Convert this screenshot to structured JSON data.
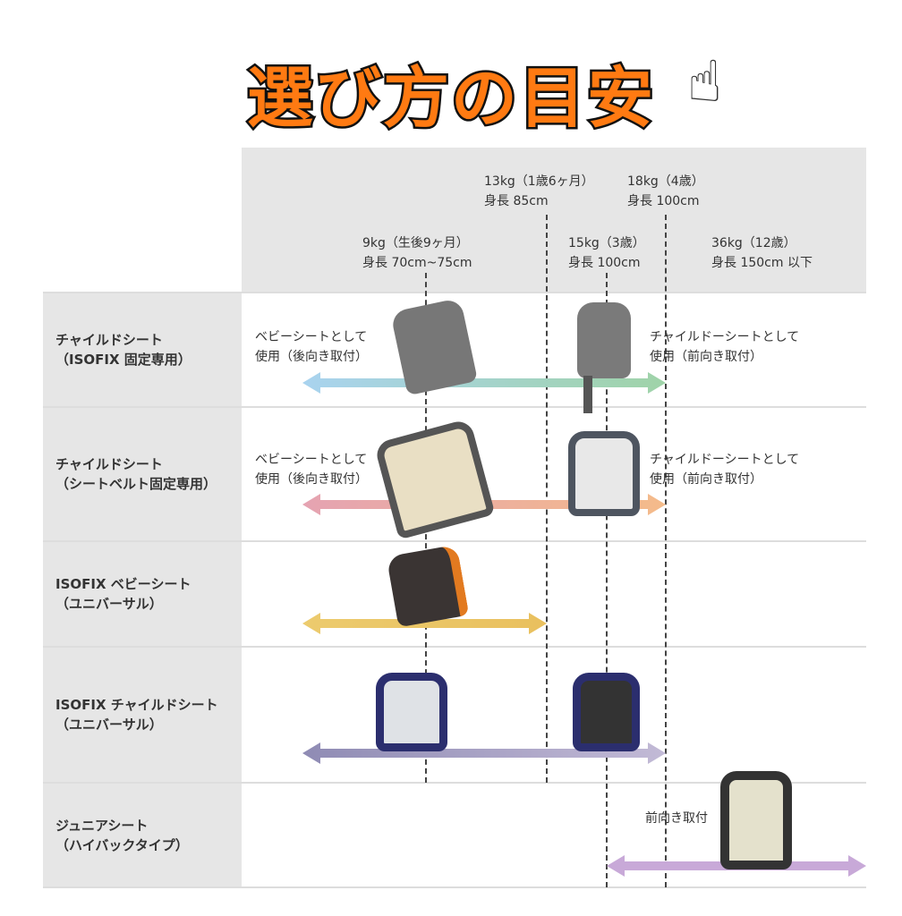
{
  "title": "選び方の目安",
  "header": {
    "m13": [
      "13kg（1歳6ヶ月）",
      "身長 85cm"
    ],
    "m18": [
      "18kg（4歳）",
      "身長 100cm"
    ],
    "m9": [
      "9kg（生後9ヶ月）",
      "身長 70cm~75cm"
    ],
    "m15": [
      "15kg（3歳）",
      "身長 100cm"
    ],
    "m36": [
      "36kg（12歳）",
      "身長 150cm 以下"
    ]
  },
  "rows": [
    {
      "label": [
        "チャイルドシート",
        "（ISOFIX 固定専用）"
      ],
      "left": [
        "ベビーシートとして",
        "使用（後向き取付）"
      ],
      "right": [
        "チャイルドーシートとして",
        "使用（前向き取付）"
      ]
    },
    {
      "label": [
        "チャイルドシート",
        "（シートベルト固定専用）"
      ],
      "left": [
        "ベビーシートとして",
        "使用（後向き取付）"
      ],
      "right": [
        "チャイルドーシートとして",
        "使用（前向き取付）"
      ]
    },
    {
      "label": [
        "ISOFIX ベビーシート",
        "（ユニバーサル）"
      ]
    },
    {
      "label": [
        "ISOFIX チャイルドシート",
        "（ユニバーサル）"
      ]
    },
    {
      "label": [
        "ジュニアシート",
        "（ハイバックタイプ）"
      ],
      "right": [
        "前向き取付"
      ]
    }
  ],
  "colors": {
    "title": "#ff7a12"
  }
}
